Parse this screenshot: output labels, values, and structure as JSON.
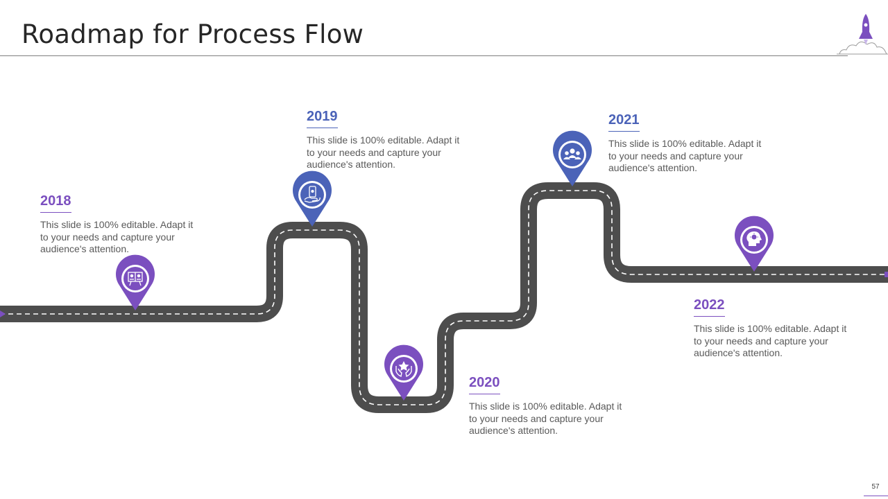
{
  "header": {
    "title": "Roadmap for Process Flow",
    "logo_icon": "rocket-icon"
  },
  "colors": {
    "purple": "#7b4fbf",
    "blue": "#4b63b8",
    "road": "#4d4d4d",
    "text": "#595959"
  },
  "milestones": [
    {
      "year": "2018",
      "text": "This slide is 100% editable. Adapt it to your needs and capture your audience's attention.",
      "icon": "presentation-board-icon",
      "color": "purple"
    },
    {
      "year": "2019",
      "text": "This slide is 100% editable. Adapt it to your needs and capture your audience's attention.",
      "icon": "mobile-in-hand-icon",
      "color": "blue"
    },
    {
      "year": "2020",
      "text": "This slide is 100% editable. Adapt it to your needs and capture your audience's attention.",
      "icon": "star-in-hands-icon",
      "color": "purple"
    },
    {
      "year": "2021",
      "text": "This slide is 100% editable. Adapt it to your needs and capture your audience's attention.",
      "icon": "team-group-icon",
      "color": "blue"
    },
    {
      "year": "2022",
      "text": "This slide is 100% editable. Adapt it to your needs and capture your audience's attention.",
      "icon": "head-idea-icon",
      "color": "purple"
    }
  ],
  "footer": {
    "slide_number": "57"
  }
}
